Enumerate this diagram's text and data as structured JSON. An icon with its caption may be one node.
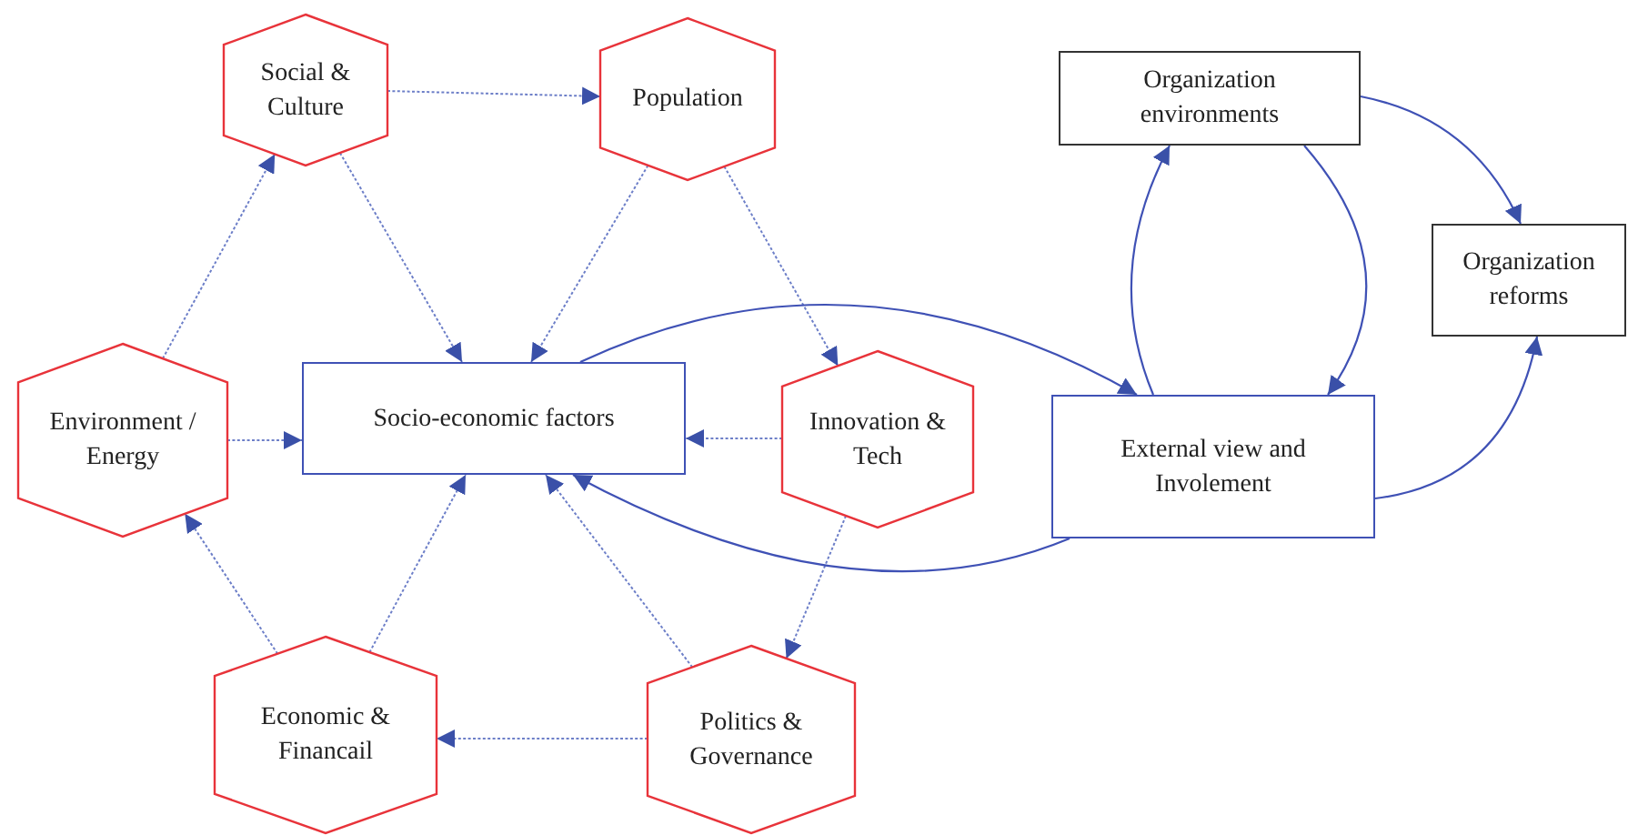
{
  "diagram": {
    "nodes": [
      {
        "text": [
          "Social & Culture"
        ]
      },
      {
        "text": [
          "Population"
        ]
      },
      {
        "text": [
          "Environment / Energy"
        ]
      },
      {
        "text": [
          "Socio-economic factors"
        ]
      },
      {
        "text": [
          "Innovation & Tech"
        ]
      },
      {
        "text": [
          "Economic & Financail"
        ]
      },
      {
        "text": [
          "Politics & Governance"
        ]
      },
      {
        "text": [
          "Organization environments"
        ]
      },
      {
        "text": [
          "Organization reforms"
        ]
      },
      {
        "text": [
          "External view and Involement"
        ]
      }
    ],
    "edges": [
      {
        "from": 0,
        "to": 1,
        "arrow": "to",
        "style": "dashed"
      },
      {
        "from": 0,
        "to": 3,
        "arrow": "to",
        "style": "dashed"
      },
      {
        "from": 1,
        "to": 3,
        "arrow": "to",
        "style": "dashed"
      },
      {
        "from": 1,
        "to": 4,
        "arrow": "to",
        "style": "dashed"
      },
      {
        "from": 2,
        "to": 0,
        "arrow": "to",
        "style": "dashed"
      },
      {
        "from": 2,
        "to": 3,
        "arrow": "to",
        "style": "dashed"
      },
      {
        "from": 4,
        "to": 3,
        "arrow": "to",
        "style": "dashed"
      },
      {
        "from": 4,
        "to": 6,
        "arrow": "to",
        "style": "dashed"
      },
      {
        "from": 5,
        "to": 2,
        "arrow": "to",
        "style": "dashed"
      },
      {
        "from": 5,
        "to": 3,
        "arrow": "to",
        "style": "dashed"
      },
      {
        "from": 6,
        "to": 3,
        "arrow": "to",
        "style": "dashed"
      },
      {
        "from": 6,
        "to": 5,
        "arrow": "to",
        "style": "dashed"
      },
      {
        "from": 3,
        "to": 9,
        "arrow": "to"
      },
      {
        "from": 9,
        "to": 3,
        "arrow": "to"
      },
      {
        "from": 9,
        "to": 7,
        "arrow": "to"
      },
      {
        "from": 7,
        "to": 9,
        "arrow": "to"
      },
      {
        "from": 7,
        "to": 8,
        "arrow": "to"
      },
      {
        "from": 9,
        "to": 8,
        "arrow": "to"
      }
    ]
  }
}
